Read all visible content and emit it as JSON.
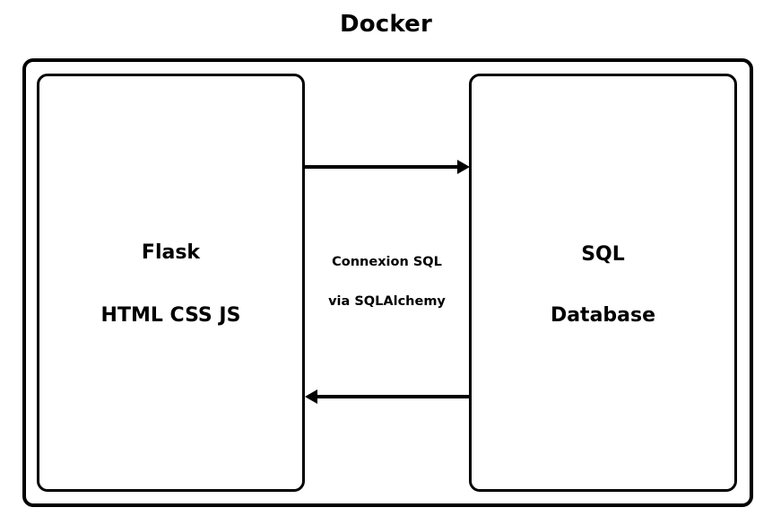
{
  "diagram": {
    "title": "Docker",
    "left_box": {
      "line1": "Flask",
      "line2": "HTML CSS JS"
    },
    "right_box": {
      "line1": "SQL",
      "line2": "Database"
    },
    "connector": {
      "line1": "Connexion SQL",
      "line2": "via SQLAlchemy"
    },
    "stroke_color": "#000000",
    "background_color": "#ffffff"
  }
}
